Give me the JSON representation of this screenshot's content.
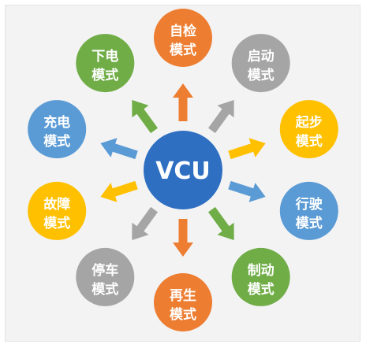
{
  "hub": {
    "label": "VCU",
    "color": "#2e6fc2"
  },
  "modes": [
    {
      "key": "self-check",
      "line1": "自检",
      "line2": "模式",
      "color": "#ed7d31"
    },
    {
      "key": "start",
      "line1": "启动",
      "line2": "模式",
      "color": "#a5a5a5"
    },
    {
      "key": "launch",
      "line1": "起步",
      "line2": "模式",
      "color": "#ffc000"
    },
    {
      "key": "drive",
      "line1": "行驶",
      "line2": "模式",
      "color": "#5b9bd5"
    },
    {
      "key": "brake",
      "line1": "制动",
      "line2": "模式",
      "color": "#70ad47"
    },
    {
      "key": "regen",
      "line1": "再生",
      "line2": "模式",
      "color": "#ed7d31"
    },
    {
      "key": "parking",
      "line1": "停车",
      "line2": "模式",
      "color": "#a5a5a5"
    },
    {
      "key": "fault",
      "line1": "故障",
      "line2": "模式",
      "color": "#ffc000"
    },
    {
      "key": "charge",
      "line1": "充电",
      "line2": "模式",
      "color": "#5b9bd5"
    },
    {
      "key": "power-off",
      "line1": "下电",
      "line2": "模式",
      "color": "#70ad47"
    }
  ]
}
